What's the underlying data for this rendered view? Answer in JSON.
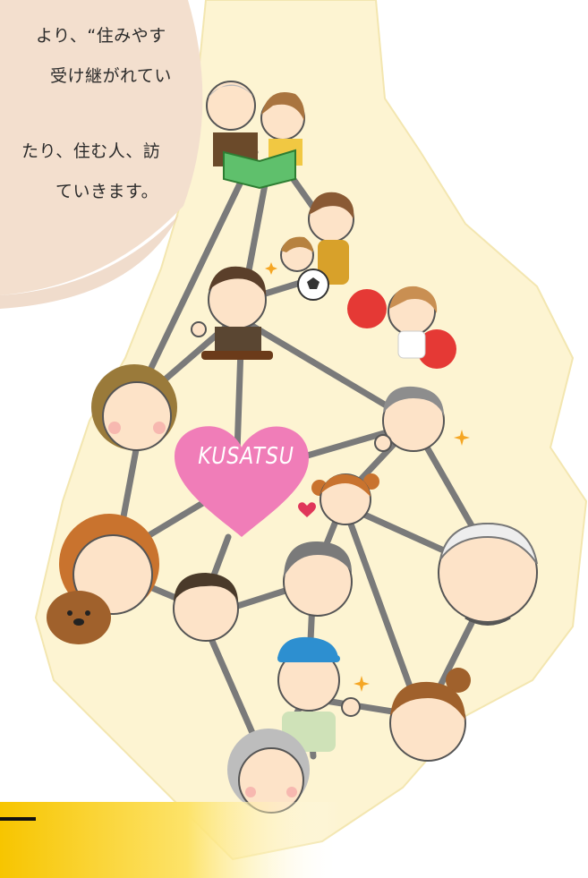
{
  "intro_text": [
    "より、“住みやす",
    "受け継がれてい",
    "たり、住む人、訪",
    "ていきます。"
  ],
  "map_label": "KUSATSU",
  "colors": {
    "map_fill": "#fdf4d2",
    "bubble_fill": "#f3dfce",
    "heart": "#f07db8",
    "network_line": "#7a7a7a",
    "banner": "#f7c500"
  }
}
